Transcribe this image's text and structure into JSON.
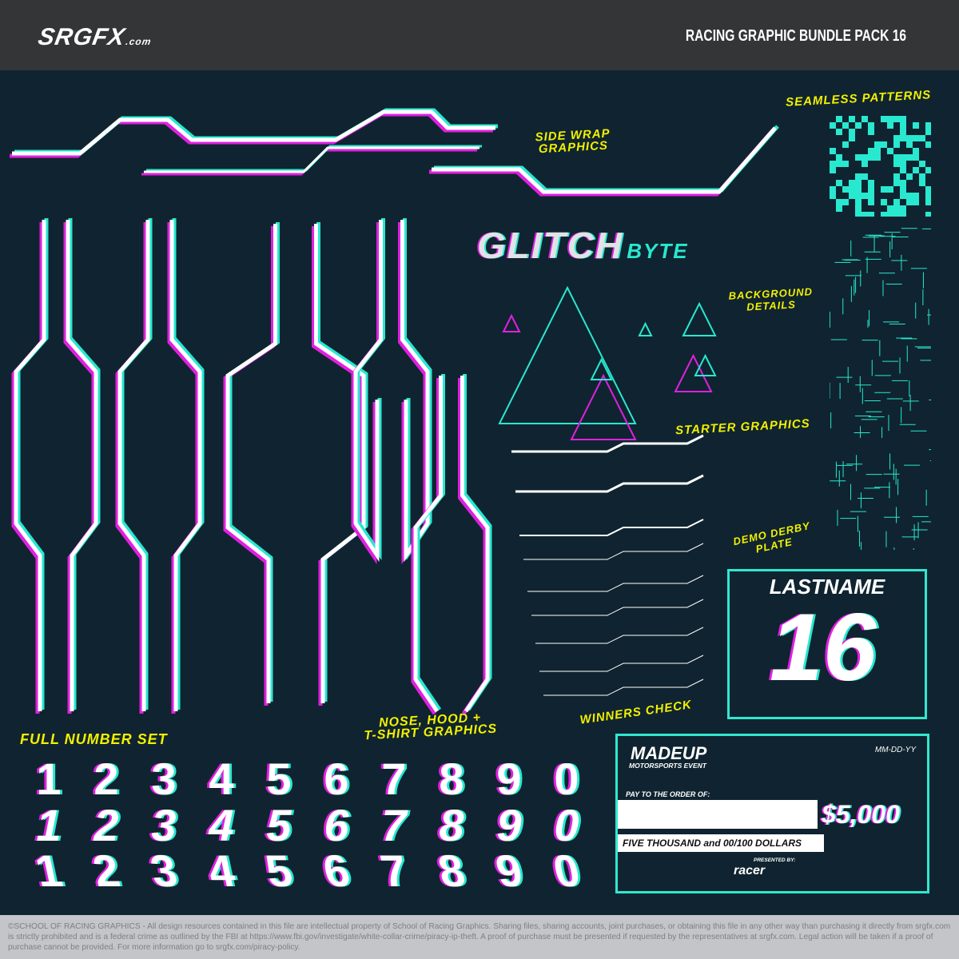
{
  "header": {
    "logo": "SRGFX",
    "logo_suffix": ".com",
    "title": "RACING GRAPHIC BUNDLE PACK 16"
  },
  "labels": {
    "seamless_patterns": "SEAMLESS PATTERNS",
    "side_wrap": [
      "SIDE WRAP",
      "GRAPHICS"
    ],
    "background_details": [
      "BACKGROUND",
      "DETAILS"
    ],
    "starter_graphics": "STARTER GRAPHICS",
    "demo_derby": [
      "DEMO DERBY",
      "PLATE"
    ],
    "winners_check": "WINNERS CHECK",
    "nose_hood": [
      "NOSE, HOOD +",
      "T-SHIRT GRAPHICS"
    ],
    "full_number_set": "FULL NUMBER SET"
  },
  "logo_art": {
    "main": "GLITCH",
    "sub": "BYTE"
  },
  "plate": {
    "name": "LASTNAME",
    "number": "16"
  },
  "check": {
    "event": "MADEUP",
    "event_sub": "MOTORSPORTS EVENT",
    "date": "MM-DD-YY",
    "pay_to": "PAY TO THE ORDER OF:",
    "amount": "$5,000",
    "amount_words": "FIVE THOUSAND and 00/100 DOLLARS",
    "presented_by": "PRESENTED BY:",
    "sponsor": "racer"
  },
  "numbers": [
    "1",
    "2",
    "3",
    "4",
    "5",
    "6",
    "7",
    "8",
    "9",
    "0"
  ],
  "colors": {
    "accent_cyan": "#28e8d0",
    "accent_magenta": "#e020e0",
    "label_yellow": "#f3f000",
    "background": "#0f2430"
  },
  "footer": {
    "text": "©SCHOOL OF RACING GRAPHICS - All design resources contained in this file are intellectual property of School of Racing Graphics. Sharing files, sharing accounts, joint purchases, or obtaining this file in any other way than purchasing it directly from srgfx.com is strictly prohibited and is a federal crime as outlined by the FBI at https://www.fbi.gov/investigate/white-collar-crime/piracy-ip-theft. A proof of purchase must be presented if requested by the representatives at srgfx.com. Legal action will be taken if a proof of purchase cannot be provided. For more information go to srgfx.com/piracy-policy."
  }
}
